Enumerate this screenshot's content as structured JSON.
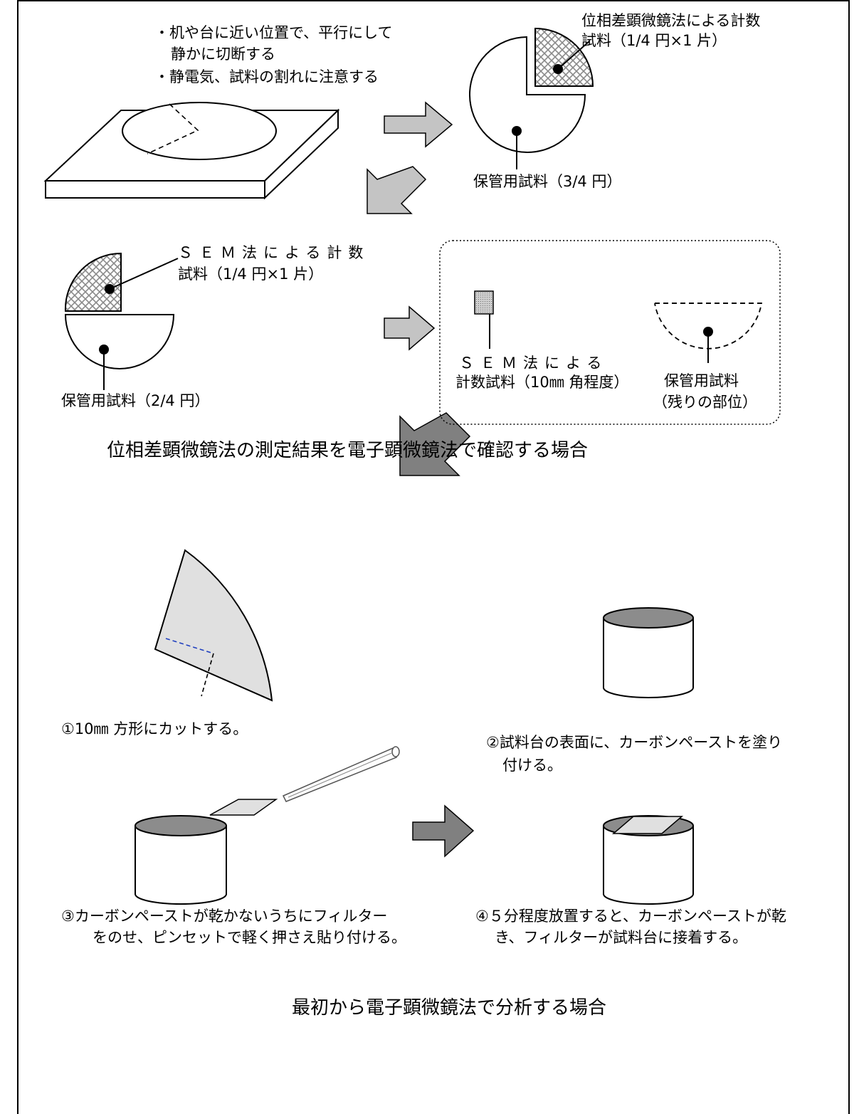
{
  "section1": {
    "notes": [
      "・机や台に近い位置で、平行にして",
      "静かに切断する",
      "・静電気、試料の割れに注意する"
    ],
    "pcm_sample": [
      "位相差顕微鏡法による計数",
      "試料（1/4 円×1 片）"
    ],
    "storage_3_4": "保管用試料（3/4 円）",
    "sem_sample": [
      "ＳＥＭ法による計数",
      "試料（1/4 円×1 片）"
    ],
    "storage_2_4": "保管用試料（2/4 円）",
    "sem_piece": [
      "ＳＥＭ法による",
      "計数試料（10㎜ 角程度）"
    ],
    "storage_rest": [
      "保管用試料",
      "（残りの部位）"
    ],
    "caption": "位相差顕微鏡法の測定結果を電子顕微鏡法で確認する場合"
  },
  "section2": {
    "step1": "①10㎜ 方形にカットする。",
    "step2": [
      "②試料台の表面に、カーボンペーストを塗り",
      "付ける。"
    ],
    "step3": [
      "③カーボンペーストが乾かないうちにフィルター",
      "をのせ、ピンセットで軽く押さえ貼り付ける。"
    ],
    "step4": [
      "④５分程度放置すると、カーボンペーストが乾",
      "き、フィルターが試料台に接着する。"
    ],
    "caption": "最初から電子顕微鏡法で分析する場合"
  },
  "colors": {
    "hatch": "#8a8a8a",
    "filter_fill": "#e0e0e0",
    "arrow_light": "#c4c4c4",
    "arrow_dark": "#808080",
    "cylinder_top": "#8c8c8c",
    "cut_line": "#1f3fbf"
  }
}
